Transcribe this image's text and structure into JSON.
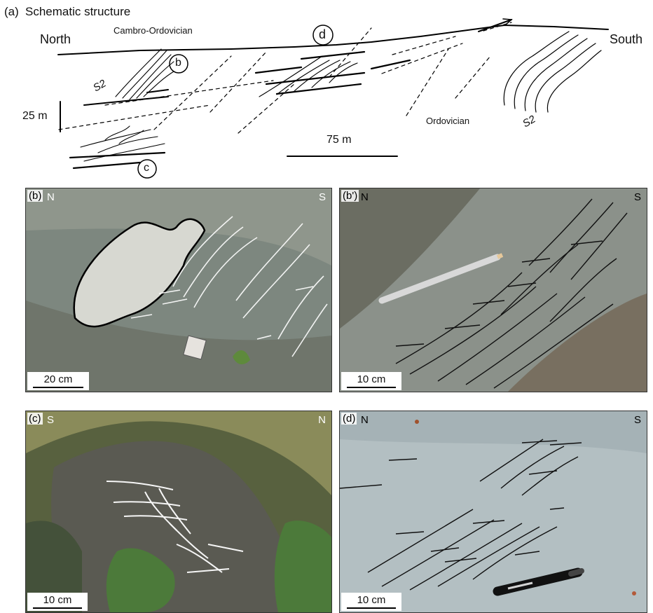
{
  "figure": {
    "panel_a": {
      "letter": "(a)",
      "title": "Schematic structure",
      "north": "North",
      "south": "South",
      "cambro": "Cambro-Ordovician",
      "ordovician": "Ordovician",
      "scale_v": "25 m",
      "scale_h": "75 m",
      "marker_b": "b",
      "marker_c": "c",
      "marker_d": "d",
      "s2": "S2"
    },
    "panels": [
      {
        "id": "b-left",
        "letter": "(b)",
        "left": "N",
        "right": "S",
        "scale": "20 cm"
      },
      {
        "id": "b-right",
        "letter": "(b')",
        "left": "N",
        "right": "S",
        "scale": "10 cm"
      },
      {
        "id": "c",
        "letter": "(c)",
        "left": "S",
        "right": "N",
        "scale": "10 cm"
      },
      {
        "id": "d",
        "letter": "(d)",
        "left": "N",
        "right": "S",
        "scale": "10 cm"
      }
    ]
  }
}
